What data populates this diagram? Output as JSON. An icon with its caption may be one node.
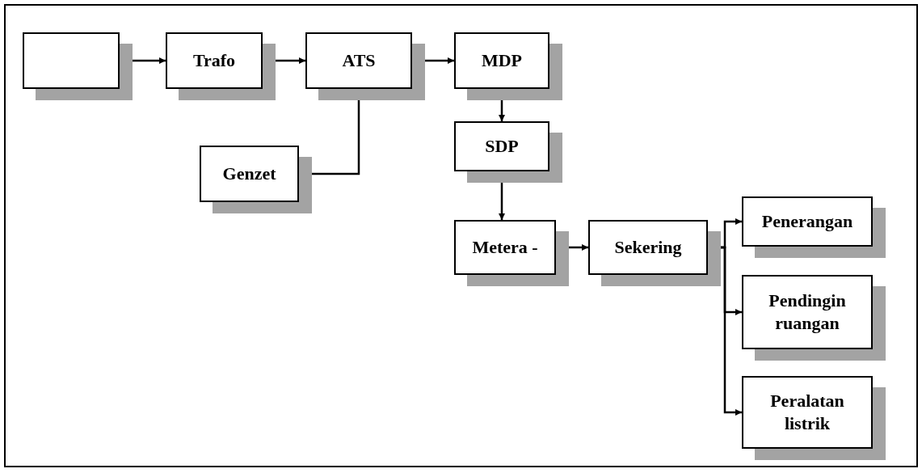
{
  "diagram": {
    "nodes": [
      {
        "text": [],
        "shape": "box"
      },
      {
        "text": [
          "Trafo"
        ]
      },
      {
        "text": [
          "ATS"
        ]
      },
      {
        "text": [
          "MDP"
        ]
      },
      {
        "text": [
          "SDP"
        ]
      },
      {
        "text": [
          "Genzet"
        ]
      },
      {
        "text": [
          "Penerangan"
        ]
      },
      {
        "text": [
          "Metera -"
        ]
      },
      {
        "text": [
          "Sekering"
        ]
      },
      {
        "text": [
          "Pendingin ruangan"
        ]
      },
      {
        "text": [
          "Peralatan listrik"
        ]
      }
    ],
    "edges": [
      {
        "from": 0,
        "to": 1,
        "arrow": "to"
      },
      {
        "from": 1,
        "to": 2,
        "arrow": "to"
      },
      {
        "from": 5,
        "to": 2,
        "arrow": "to"
      },
      {
        "from": 2,
        "to": 3,
        "arrow": "to"
      },
      {
        "from": 3,
        "to": 4,
        "arrow": "to"
      },
      {
        "from": 4,
        "to": 7,
        "arrow": "to"
      },
      {
        "from": 7,
        "to": 8,
        "arrow": "to"
      },
      {
        "from": 8,
        "to": 6,
        "arrow": "to"
      },
      {
        "from": 8,
        "to": 9,
        "arrow": "to"
      },
      {
        "from": 8,
        "to": 10,
        "arrow": "to"
      }
    ]
  }
}
